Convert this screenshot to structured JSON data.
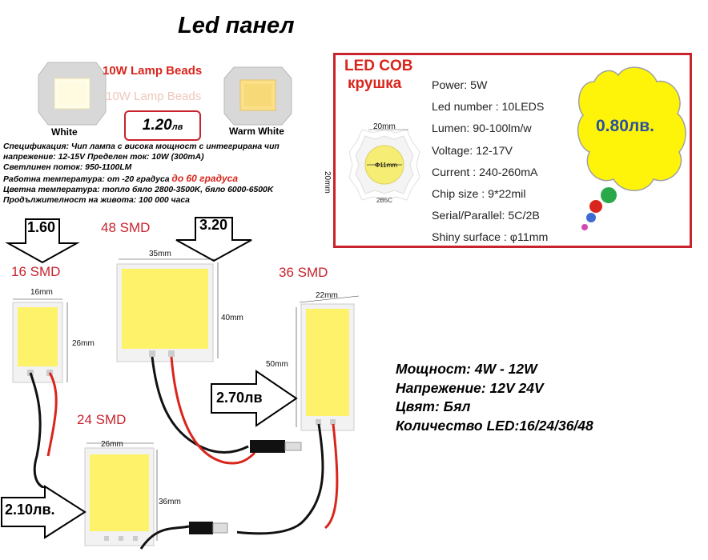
{
  "title": "Led  панел",
  "lamp_beads": {
    "heading": "10W Lamp Beads",
    "ghost_heading": "10W Lamp Beads",
    "price": "1.20",
    "price_unit": "лв",
    "white_label": "White",
    "warm_label": "Warm White"
  },
  "specs": [
    "Спецификация: Чип лампа с висока мощност с интегрирана чип",
    "напрежение: 12-15V Пределен ток: 10W (300mA)",
    "Светлинен поток: 950-1100LM",
    "Работна температура: от -20 градуса",
    "Цветна температура: топло бяло 2800-3500K, бяло 6000-6500K",
    "Продължителност на живота: 100 000 часа"
  ],
  "specs_temp_highlight": "до 60 градуса",
  "cob": {
    "title_line1": "LED COB",
    "title_line2": "крушка",
    "dim_w": "20mm",
    "dim_h": "20mm",
    "center_label": "Φ11mm",
    "chip_code": "2B5C",
    "specs": [
      "Power:  5W",
      "Led number : 10LEDS",
      "Lumen: 90-100lm/w",
      "Voltage: 12-17V",
      "Current : 240-260mA",
      "Chip size : 9*22mil",
      "Serial/Parallel: 5C/2B",
      "Shiny surface :  φ11mm"
    ],
    "price": "0.80лв."
  },
  "panels": {
    "p16": {
      "label": "16 SMD",
      "price": "1.60",
      "w": "16mm",
      "h": "26mm"
    },
    "p48": {
      "label": "48 SMD",
      "price": "3.20",
      "w": "35mm",
      "h": "40mm"
    },
    "p36": {
      "label": "36 SMD",
      "price": "2.70лв",
      "w": "22mm",
      "h": "50mm"
    },
    "p24": {
      "label": "24 SMD",
      "price": "2.10лв.",
      "w": "26mm",
      "h": "36mm"
    }
  },
  "summary": [
    "Мощност: 4W  - 12W",
    "Напрежение: 12V 24V",
    "Цвят: Бял",
    "Количество LED:16/24/36/48"
  ],
  "colors": {
    "accent_red": "#c8232d",
    "chip_yellow": "#fdf26a",
    "bubble_yellow": "#fdf40a",
    "price_blue": "#2b4fa0"
  }
}
